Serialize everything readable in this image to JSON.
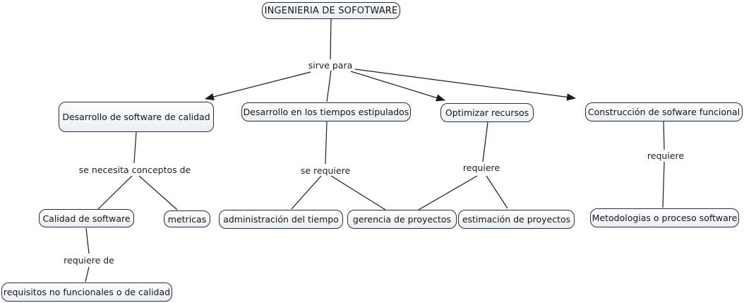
{
  "diagram_type": "concept-map",
  "colors": {
    "background": "#ffffff",
    "node_fill_top": "#fcfdfe",
    "node_fill_bottom": "#e9eff5",
    "node_border": "#2e2e2e",
    "line": "#1c1c1c",
    "text": "#141414"
  },
  "nodes": [
    {
      "id": "ingenieria",
      "label": "INGENIERIA DE SOFOTWARE"
    },
    {
      "id": "desarrollo-calidad",
      "label": "Desarrollo de software de calidad"
    },
    {
      "id": "desarrollo-tiempos",
      "label": "Desarrollo en los tiempos estipulados"
    },
    {
      "id": "optimizar-recursos",
      "label": "Optimizar recursos"
    },
    {
      "id": "construccion-funcional",
      "label": "Construcción de sofware funcional"
    },
    {
      "id": "calidad-software",
      "label": "Calidad de software"
    },
    {
      "id": "metricas",
      "label": "metricas"
    },
    {
      "id": "administracion-tiempo",
      "label": "administración del tiempo"
    },
    {
      "id": "gerencia-proyectos",
      "label": "gerencia de proyectos"
    },
    {
      "id": "estimacion-proyectos",
      "label": "estimación de proyectos"
    },
    {
      "id": "metodologias",
      "label": "Metodologias o proceso software"
    },
    {
      "id": "requisitos",
      "label": "requisitos no funcionales o de calidad"
    }
  ],
  "link_labels": [
    {
      "id": "sirve-para",
      "text": "sirve para"
    },
    {
      "id": "se-necesita",
      "text": "se necesita conceptos de"
    },
    {
      "id": "se-requiere",
      "text": "se requiere"
    },
    {
      "id": "requiere-optimizar",
      "text": "requiere"
    },
    {
      "id": "requiere-construccion",
      "text": "requiere"
    },
    {
      "id": "requiere-de",
      "text": "requiere de"
    }
  ],
  "edges": [
    {
      "from": "ingenieria",
      "via": "sirve-para",
      "to": "desarrollo-calidad",
      "arrowhead": true
    },
    {
      "from": "ingenieria",
      "via": "sirve-para",
      "to": "desarrollo-tiempos",
      "arrowhead": false
    },
    {
      "from": "ingenieria",
      "via": "sirve-para",
      "to": "optimizar-recursos",
      "arrowhead": true
    },
    {
      "from": "ingenieria",
      "via": "sirve-para",
      "to": "construccion-funcional",
      "arrowhead": true
    },
    {
      "from": "desarrollo-calidad",
      "via": "se-necesita",
      "to": "calidad-software",
      "arrowhead": false
    },
    {
      "from": "desarrollo-calidad",
      "via": "se-necesita",
      "to": "metricas",
      "arrowhead": false
    },
    {
      "from": "desarrollo-tiempos",
      "via": "se-requiere",
      "to": "administracion-tiempo",
      "arrowhead": false
    },
    {
      "from": "desarrollo-tiempos",
      "via": "se-requiere",
      "to": "gerencia-proyectos",
      "arrowhead": false
    },
    {
      "from": "optimizar-recursos",
      "via": "requiere-optimizar",
      "to": "gerencia-proyectos",
      "arrowhead": false
    },
    {
      "from": "optimizar-recursos",
      "via": "requiere-optimizar",
      "to": "estimacion-proyectos",
      "arrowhead": false
    },
    {
      "from": "construccion-funcional",
      "via": "requiere-construccion",
      "to": "metodologias",
      "arrowhead": false
    },
    {
      "from": "calidad-software",
      "via": "requiere-de",
      "to": "requisitos",
      "arrowhead": false
    }
  ]
}
